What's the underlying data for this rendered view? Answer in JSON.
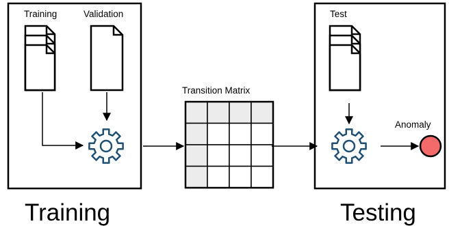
{
  "labels": {
    "training_file": "Training",
    "validation_file": "Validation",
    "test_file": "Test",
    "matrix": "Transition Matrix",
    "anomaly": "Anomaly",
    "training_section": "Training",
    "testing_section": "Testing"
  },
  "colors": {
    "stroke": "#000000",
    "gear": "#1f4f73",
    "matrix_header": "#ececec",
    "anomaly_fill": "#f46a6a"
  },
  "icons": {
    "documents": "document-stack-icon",
    "document": "document-icon",
    "process": "gear-icon",
    "anomaly": "red-circle-icon"
  }
}
